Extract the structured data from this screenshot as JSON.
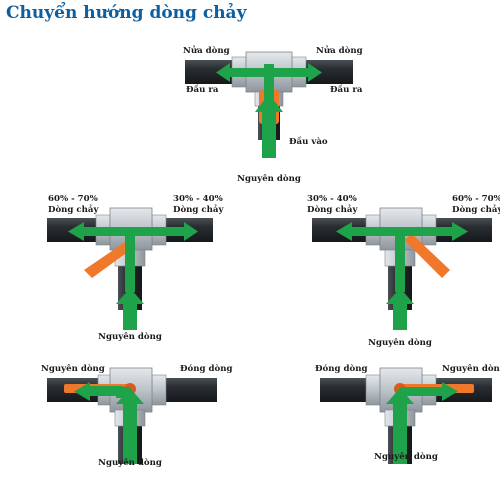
{
  "title": "Chuyển hướng dòng chảy",
  "diagrams": [
    {
      "labels": {
        "half_left": "Nửa dòng",
        "half_right": "Nửa dòng",
        "out_left": "Đầu ra",
        "out_right": "Đầu ra",
        "inlet": "Đầu vào",
        "source": "Nguyên dòng"
      }
    },
    {
      "labels": {
        "pct_left": "60% - 70%",
        "flow_left": "Dòng chảy",
        "pct_right": "30% - 40%",
        "flow_right": "Dòng chảy",
        "source": "Nguyên dòng"
      }
    },
    {
      "labels": {
        "pct_left": "30% - 40%",
        "flow_left": "Dòng chảy",
        "pct_right": "60% - 70%",
        "flow_right": "Dòng chảy",
        "source": "Nguyên dòng"
      }
    },
    {
      "labels": {
        "source_out": "Nguyên dòng",
        "closed": "Đóng dòng",
        "source_in": "Nguyên dòng"
      }
    },
    {
      "labels": {
        "closed": "Đóng dòng",
        "source_out": "Nguyên dòng",
        "source_in": "Nguyên dòng"
      }
    }
  ],
  "colors": {
    "title": "#0e5fa0",
    "arrow": "#1fa34a",
    "handle": "#f0782a",
    "pipe": "#2b2f33",
    "fitting": "#bfc6cc"
  },
  "icons": [
    "tee-fitting",
    "ball-valve-handle",
    "flow-arrow"
  ]
}
